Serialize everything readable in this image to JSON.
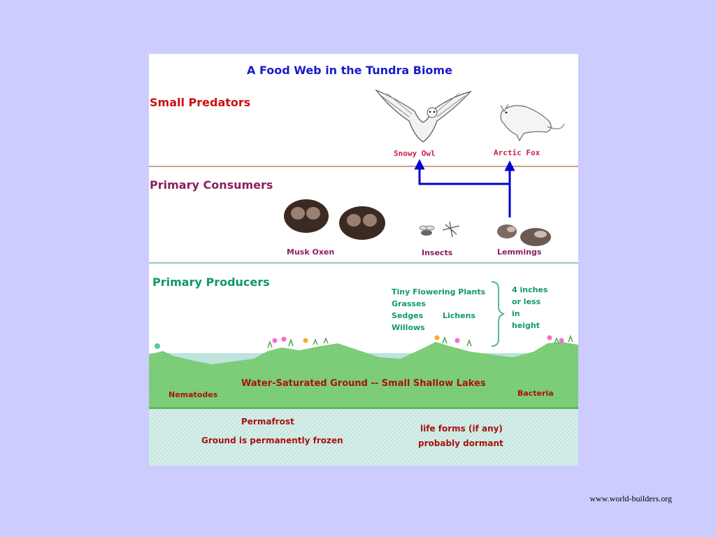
{
  "title": "A Food Web in the Tundra Biome",
  "sections": {
    "small_predators": "Small Predators",
    "primary_consumers": "Primary Consumers",
    "primary_producers": "Primary Producers"
  },
  "organisms": {
    "snowy_owl": "Snowy Owl",
    "arctic_fox": "Arctic Fox",
    "musk_oxen": "Musk Oxen",
    "insects": "Insects",
    "lemmings": "Lemmings"
  },
  "plants": {
    "tiny_flowering": "Tiny Flowering Plants",
    "grasses": "Grasses",
    "sedges": "Sedges",
    "lichens": "Lichens",
    "willows": "Willows"
  },
  "height_note": [
    "4 inches",
    "or less",
    "in",
    "height"
  ],
  "ground": {
    "water_saturated": "Water-Saturated Ground -- Small Shallow Lakes",
    "nematodes": "Nematodes",
    "bacteria": "Bacteria",
    "permafrost": "Permafrost",
    "frozen": "Ground is permanently frozen",
    "life_forms": "life forms  (if any)",
    "dormant": "probably dormant"
  },
  "footer": "www.world-builders.org",
  "colors": {
    "background": "#ccccff",
    "title": "#1a1acc",
    "small_predators": "#cc1111",
    "primary_consumers": "#8b2060",
    "primary_producers": "#119966",
    "arrow": "#0000cc",
    "grass": "#77cc77",
    "permafrost": "#d8f0ea"
  }
}
